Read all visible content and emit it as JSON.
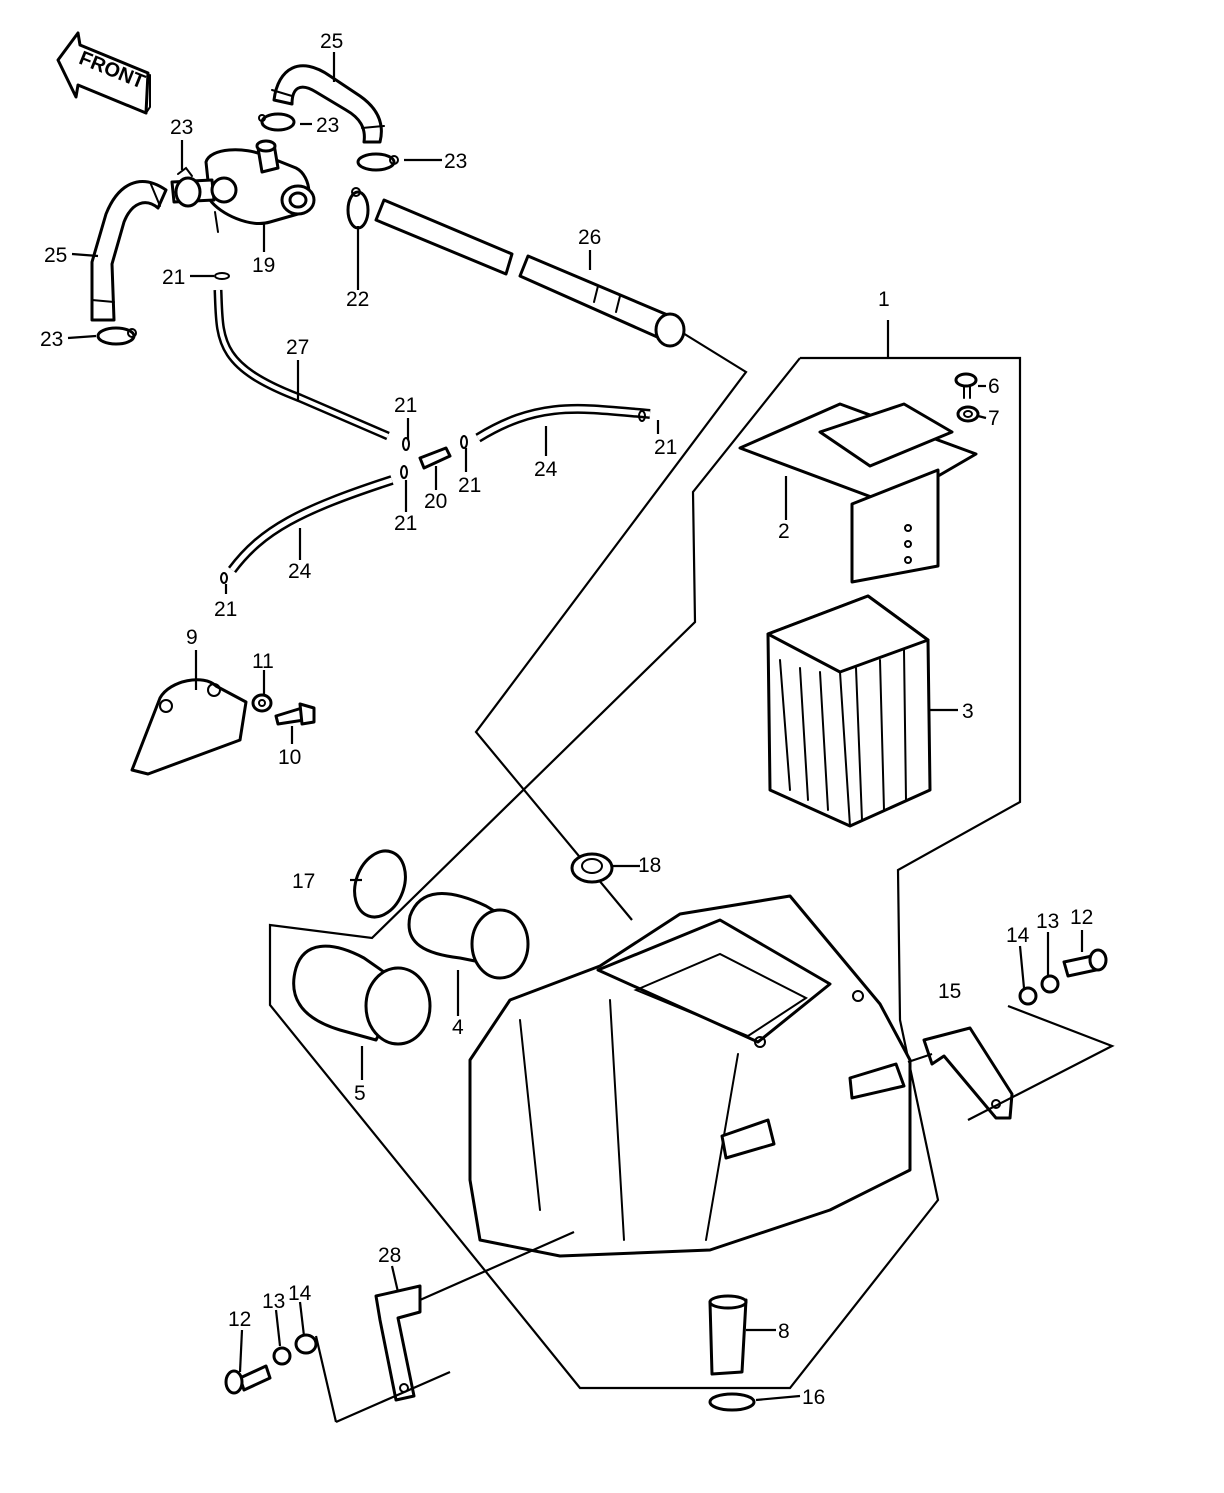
{
  "front_label": "FRONT",
  "callouts": {
    "c1": "1",
    "c2": "2",
    "c3": "3",
    "c4": "4",
    "c5": "5",
    "c6": "6",
    "c7": "7",
    "c8": "8",
    "c9": "9",
    "c10": "10",
    "c11": "11",
    "c12a": "12",
    "c12b": "12",
    "c13a": "13",
    "c13b": "13",
    "c14a": "14",
    "c14b": "14",
    "c15": "15",
    "c16": "16",
    "c17": "17",
    "c18": "18",
    "c19": "19",
    "c20": "20",
    "c21a": "21",
    "c21b": "21",
    "c21c": "21",
    "c21d": "21",
    "c21e": "21",
    "c21f": "21",
    "c22": "22",
    "c23a": "23",
    "c23b": "23",
    "c23c": "23",
    "c23d": "23",
    "c24a": "24",
    "c24b": "24",
    "c25a": "25",
    "c25b": "25",
    "c26": "26",
    "c27": "27",
    "c28": "28"
  }
}
